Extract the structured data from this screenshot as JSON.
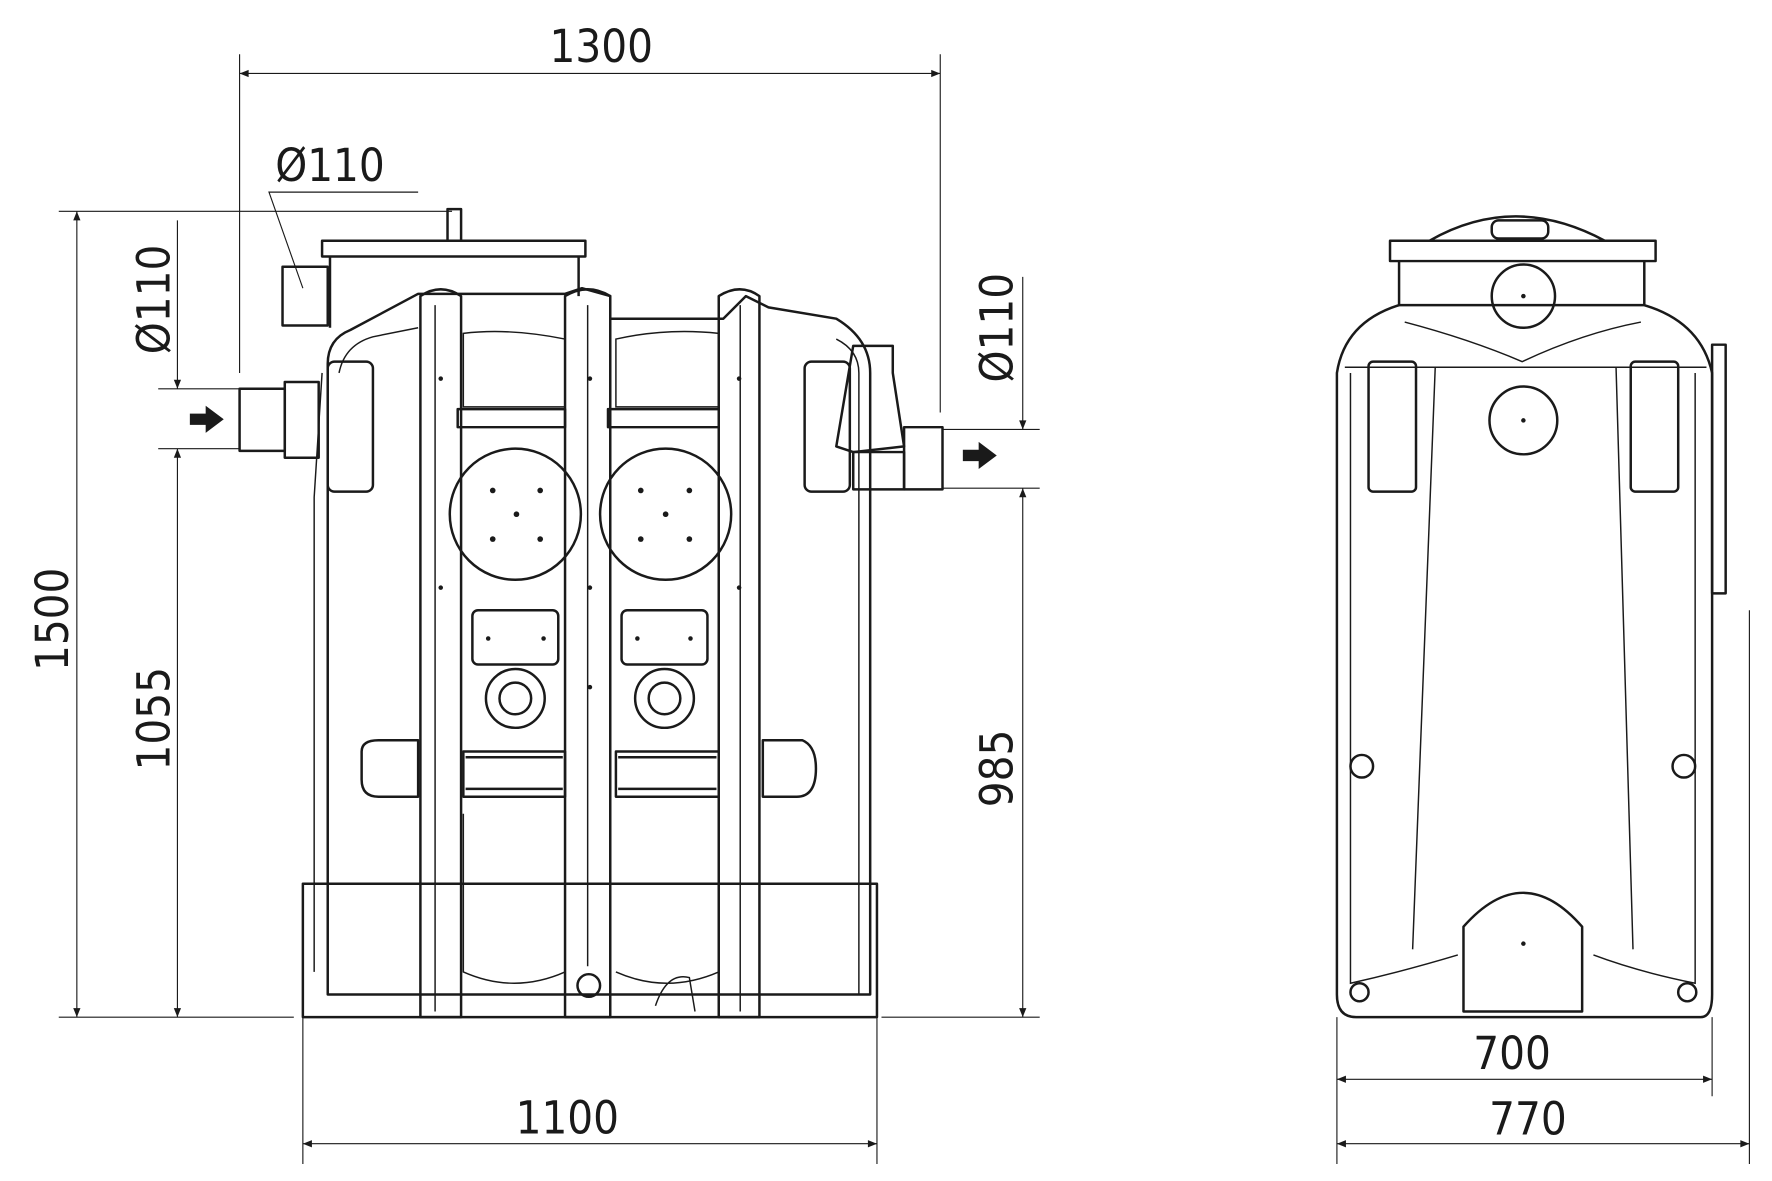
{
  "drawing": {
    "dimensions": {
      "overall_width": "1300",
      "inlet_diameter_top": "Ø110",
      "inlet_diameter_side": "Ø110",
      "outlet_diameter": "Ø110",
      "overall_height": "1500",
      "inlet_height": "1055",
      "outlet_height": "985",
      "base_width": "1100",
      "side_inner_width": "700",
      "side_outer_width": "770"
    },
    "icons": {
      "inlet_arrow": "arrow-right-icon",
      "outlet_arrow": "arrow-right-icon"
    }
  }
}
